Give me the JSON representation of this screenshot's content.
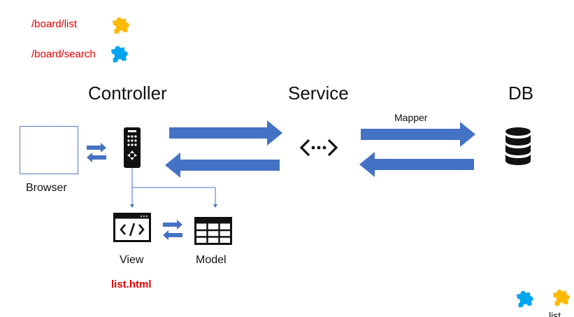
{
  "routes": {
    "list": "/board/list",
    "search": "/board/search"
  },
  "headings": {
    "controller": "Controller",
    "service": "Service",
    "db": "DB"
  },
  "labels": {
    "browser": "Browser",
    "mapper": "Mapper",
    "view": "View",
    "model": "Model",
    "view_file": "list.html",
    "cut_off_text": "list"
  },
  "colors": {
    "arrow_blue": "#4472c4",
    "route_red": "#e00000",
    "puzzle_yellow": "#ffb900",
    "puzzle_blue": "#00a4ef"
  },
  "icons": {
    "puzzle": "puzzle-icon",
    "remote": "remote-control-icon",
    "network": "network-icon",
    "database": "database-icon",
    "code_window": "code-window-icon",
    "table": "table-icon"
  }
}
